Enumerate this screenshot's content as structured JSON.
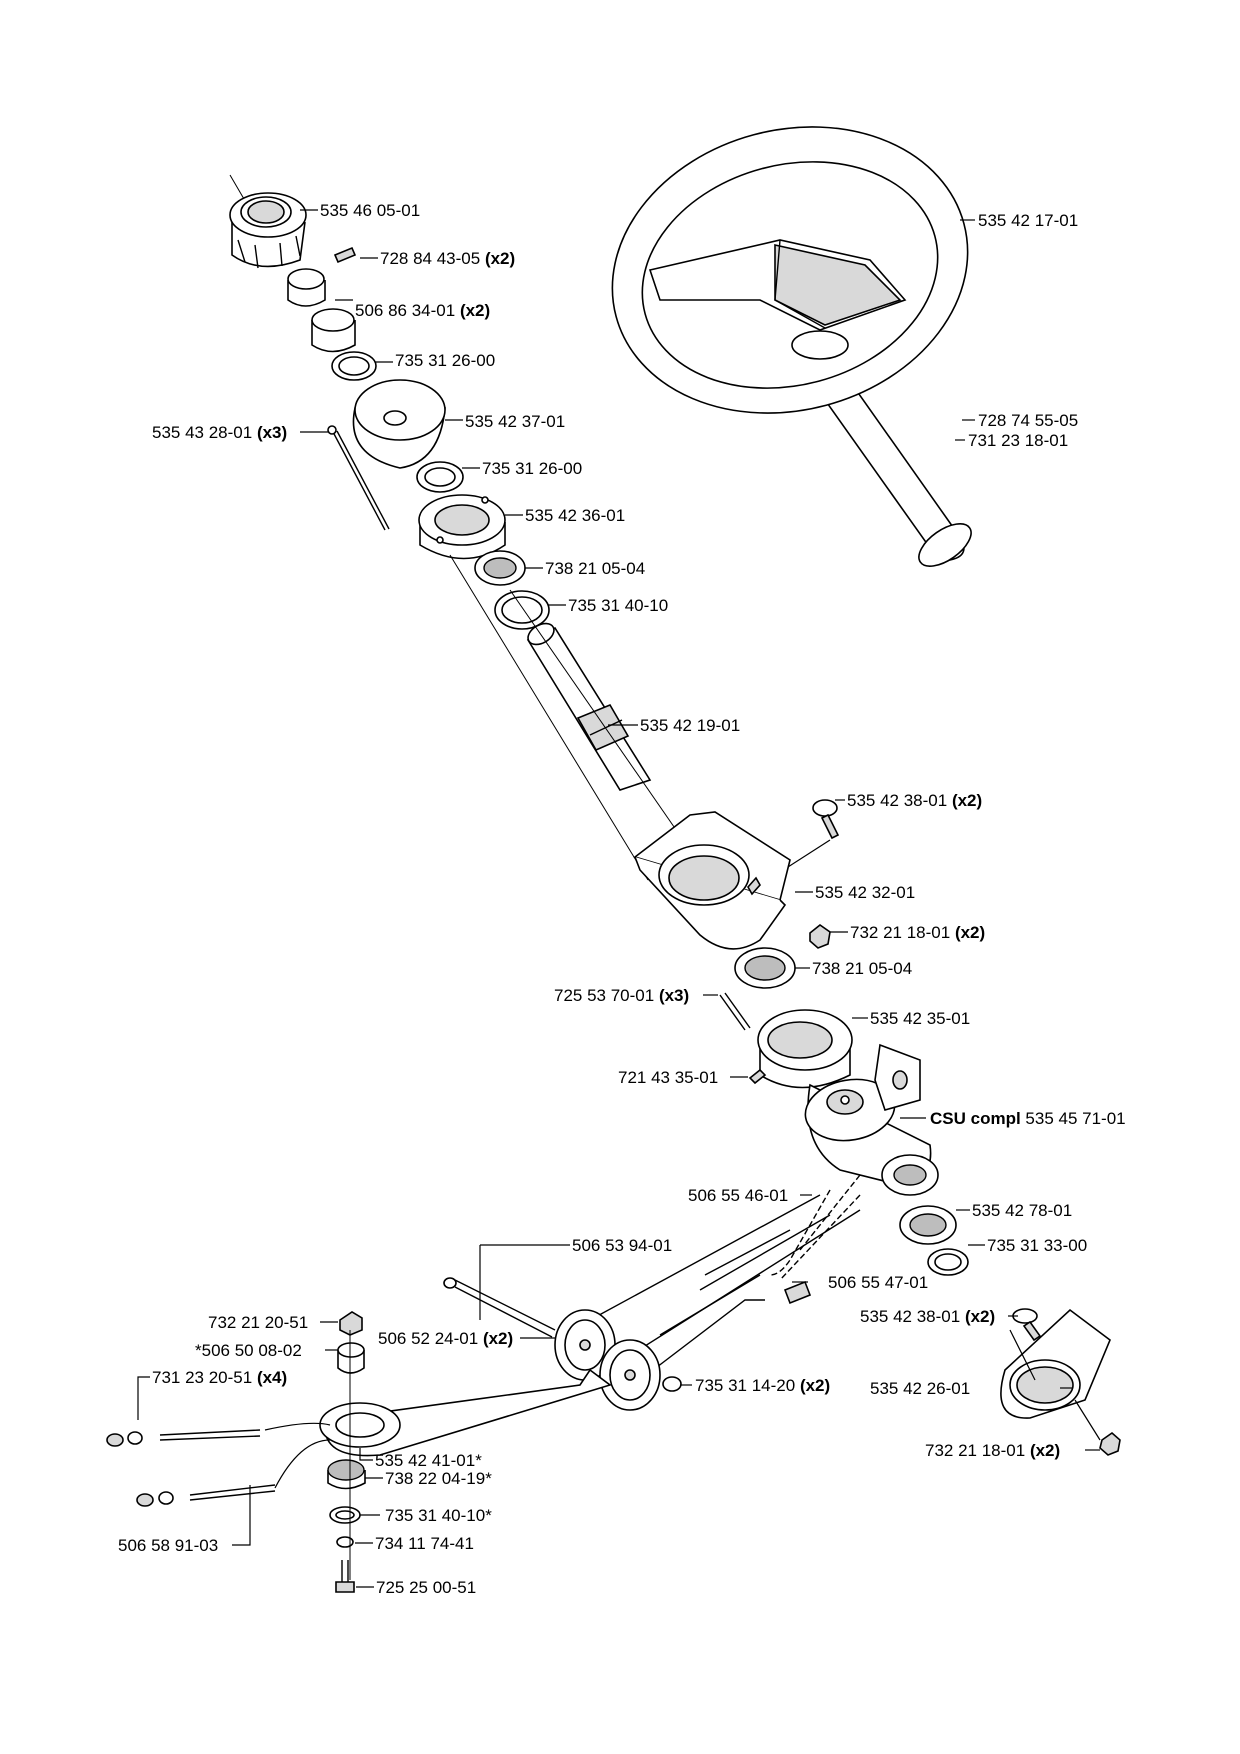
{
  "diagram": {
    "labels": [
      {
        "id": "l1",
        "num": "535 46 05-01",
        "qty": "",
        "pre": ""
      },
      {
        "id": "l2",
        "num": "728 84 43-05",
        "qty": "(x2)",
        "pre": ""
      },
      {
        "id": "l3",
        "num": "506 86 34-01",
        "qty": "(x2)",
        "pre": ""
      },
      {
        "id": "l4",
        "num": "735 31 26-00",
        "qty": "",
        "pre": ""
      },
      {
        "id": "l5",
        "num": "535 42 37-01",
        "qty": "",
        "pre": ""
      },
      {
        "id": "l6",
        "num": "535 43 28-01",
        "qty": "(x3)",
        "pre": ""
      },
      {
        "id": "l7",
        "num": "735 31 26-00",
        "qty": "",
        "pre": ""
      },
      {
        "id": "l8",
        "num": "535 42 36-01",
        "qty": "",
        "pre": ""
      },
      {
        "id": "l9",
        "num": "738 21 05-04",
        "qty": "",
        "pre": ""
      },
      {
        "id": "l10",
        "num": "735 31 40-10",
        "qty": "",
        "pre": ""
      },
      {
        "id": "l11",
        "num": "535 42 19-01",
        "qty": "",
        "pre": ""
      },
      {
        "id": "l12",
        "num": "535 42 38-01",
        "qty": "(x2)",
        "pre": ""
      },
      {
        "id": "l13",
        "num": "535 42 32-01",
        "qty": "",
        "pre": ""
      },
      {
        "id": "l14",
        "num": "732 21 18-01",
        "qty": "(x2)",
        "pre": ""
      },
      {
        "id": "l15",
        "num": "738 21 05-04",
        "qty": "",
        "pre": ""
      },
      {
        "id": "l16",
        "num": "725 53 70-01",
        "qty": "(x3)",
        "pre": ""
      },
      {
        "id": "l17",
        "num": "535 42 35-01",
        "qty": "",
        "pre": ""
      },
      {
        "id": "l18",
        "num": "721 43 35-01",
        "qty": "",
        "pre": ""
      },
      {
        "id": "l19",
        "num": "535 45 71-01",
        "qty": "",
        "pre": "CSU compl"
      },
      {
        "id": "l20",
        "num": "506 55 46-01",
        "qty": "",
        "pre": ""
      },
      {
        "id": "l21",
        "num": "535 42 78-01",
        "qty": "",
        "pre": ""
      },
      {
        "id": "l22",
        "num": "735 31 33-00",
        "qty": "",
        "pre": ""
      },
      {
        "id": "l23",
        "num": "506 53 94-01",
        "qty": "",
        "pre": ""
      },
      {
        "id": "l24",
        "num": "506 55 47-01",
        "qty": "",
        "pre": ""
      },
      {
        "id": "l25",
        "num": "535 42 38-01",
        "qty": "(x2)",
        "pre": ""
      },
      {
        "id": "l26",
        "num": "732 21 20-51",
        "qty": "",
        "pre": ""
      },
      {
        "id": "l27",
        "num": "*506 50 08-02",
        "qty": "",
        "pre": ""
      },
      {
        "id": "l28",
        "num": "506 52 24-01",
        "qty": "(x2)",
        "pre": ""
      },
      {
        "id": "l29",
        "num": "735 31 14-20",
        "qty": "(x2)",
        "pre": ""
      },
      {
        "id": "l30",
        "num": "535 42 26-01",
        "qty": "",
        "pre": ""
      },
      {
        "id": "l31",
        "num": "731 23 20-51",
        "qty": "(x4)",
        "pre": ""
      },
      {
        "id": "l32",
        "num": "732 21 18-01",
        "qty": "(x2)",
        "pre": ""
      },
      {
        "id": "l33",
        "num": "535 42 41-01*",
        "qty": "",
        "pre": ""
      },
      {
        "id": "l34",
        "num": "738 22 04-19*",
        "qty": "",
        "pre": ""
      },
      {
        "id": "l35",
        "num": "506 58 91-03",
        "qty": "",
        "pre": ""
      },
      {
        "id": "l36",
        "num": "735 31 40-10*",
        "qty": "",
        "pre": ""
      },
      {
        "id": "l37",
        "num": "734 11 74-41",
        "qty": "",
        "pre": ""
      },
      {
        "id": "l38",
        "num": "725 25 00-51",
        "qty": "",
        "pre": ""
      },
      {
        "id": "l39",
        "num": "535 42 17-01",
        "qty": "",
        "pre": ""
      },
      {
        "id": "l40",
        "num": "728 74 55-05",
        "qty": "",
        "pre": ""
      },
      {
        "id": "l41",
        "num": "731 23 18-01",
        "qty": "",
        "pre": ""
      }
    ]
  }
}
